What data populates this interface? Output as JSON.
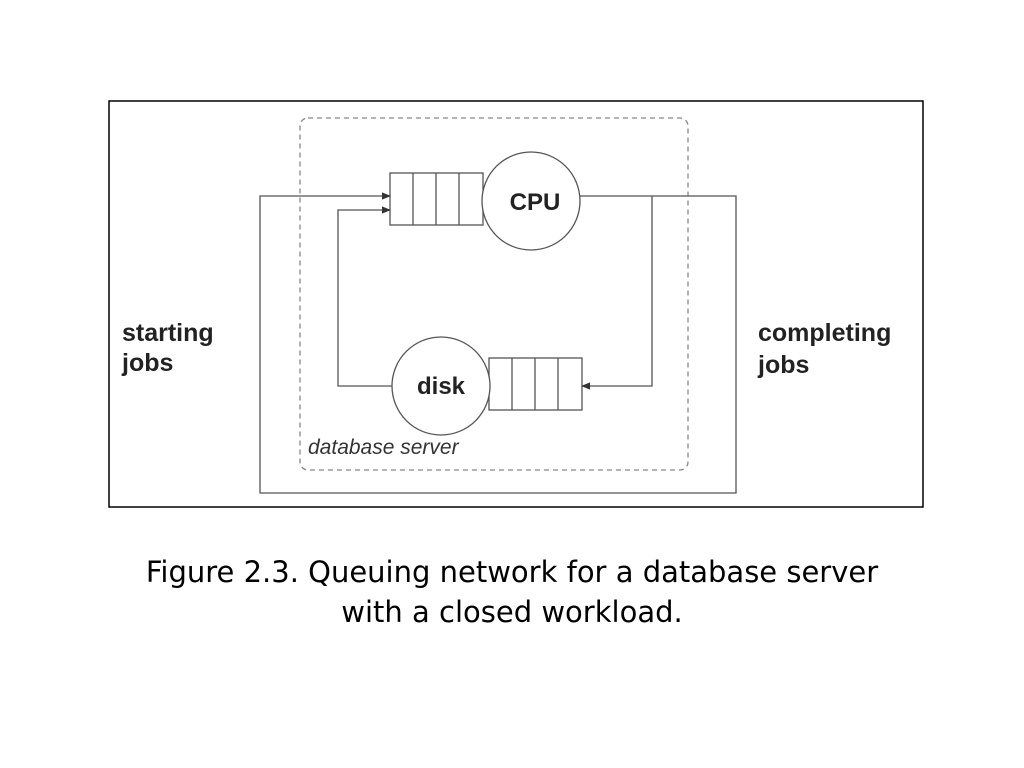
{
  "diagram": {
    "cpu_label": "CPU",
    "disk_label": "disk",
    "server_label": "database server",
    "starting_label": [
      "starting",
      "jobs"
    ],
    "completing_label": [
      "completing",
      "jobs"
    ]
  },
  "caption": {
    "line1": "Figure 2.3. Queuing network for a database server",
    "line2": "with a closed workload."
  },
  "colors": {
    "line": "#555555",
    "border": "#000000",
    "dashed": "#888888"
  }
}
